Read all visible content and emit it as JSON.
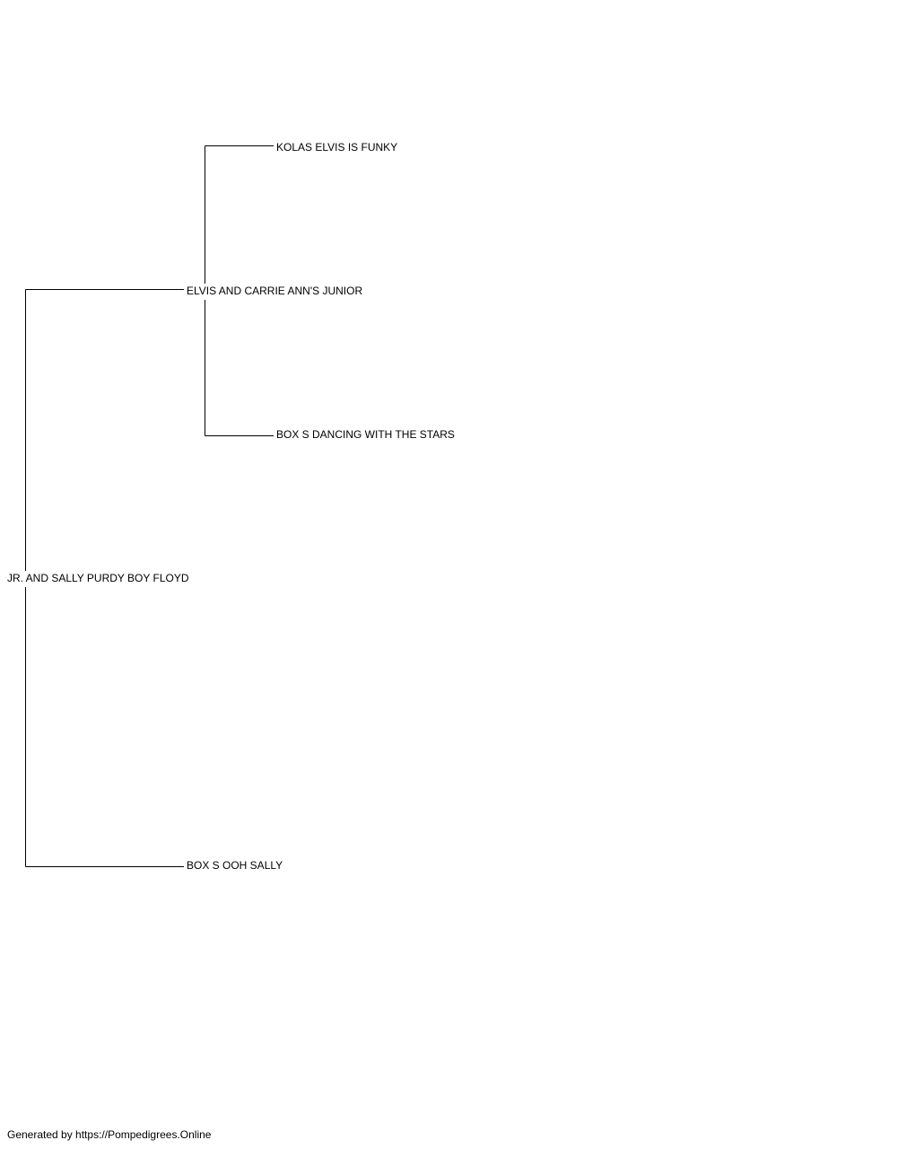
{
  "pedigree": {
    "subject": "JR. AND SALLY PURDY BOY FLOYD",
    "sire": "ELVIS AND CARRIE ANN'S JUNIOR",
    "dam": "BOX S OOH SALLY",
    "sire_sire": "KOLAS ELVIS IS FUNKY",
    "sire_dam": "BOX S DANCING WITH THE STARS"
  },
  "footer": {
    "text": "Generated by https://Pompedigrees.Online"
  }
}
